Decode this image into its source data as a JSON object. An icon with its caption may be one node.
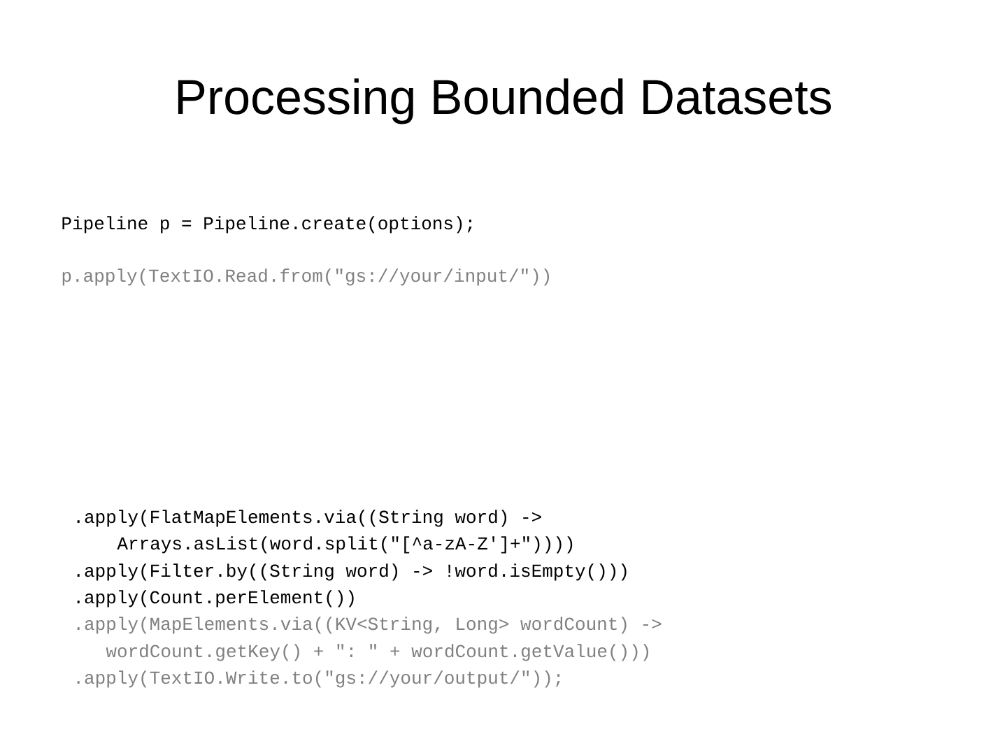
{
  "diagram": {
    "title": "Processing Bounded Datasets",
    "labels": [
      "Pipeline p = Pipeline.create(options);",
      "p.apply(TextIO.Read.from(\"gs://your/input/\"))",
      ".apply(FlatMapElements.via((String word) ->",
      "Arrays.asList(word.split(\"[^a-zA-Z']+\"))))",
      ".apply(Filter.by((String word) -> !word.isEmpty()))",
      ".apply(Count.perElement())",
      ".apply(MapElements.via((KV<String, Long> wordCount) ->",
      "wordCount.getKey() + \": \" + wordCount.getValue()))",
      ".apply(TextIO.Write.to(\"gs://your/output/\"));"
    ]
  }
}
